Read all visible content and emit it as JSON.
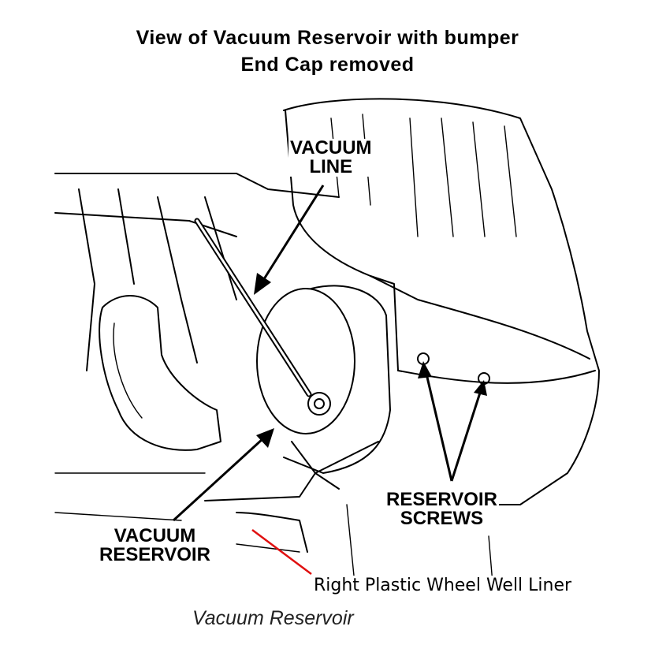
{
  "title": {
    "line1": "View of Vacuum Reservoir with bumper",
    "line2": "End Cap removed"
  },
  "callouts": {
    "vacuum_line": {
      "line1": "VACUUM",
      "line2": "LINE"
    },
    "vacuum_reservoir": {
      "line1": "VACUUM",
      "line2": "RESERVOIR"
    },
    "reservoir_screws": {
      "line1": "RESERVOIR",
      "line2": "SCREWS"
    },
    "wheel_well_liner": "Right Plastic Wheel Well Liner"
  },
  "caption": "Vacuum Reservoir",
  "colors": {
    "pointer_accent": "#e01010",
    "ink": "#000000"
  }
}
